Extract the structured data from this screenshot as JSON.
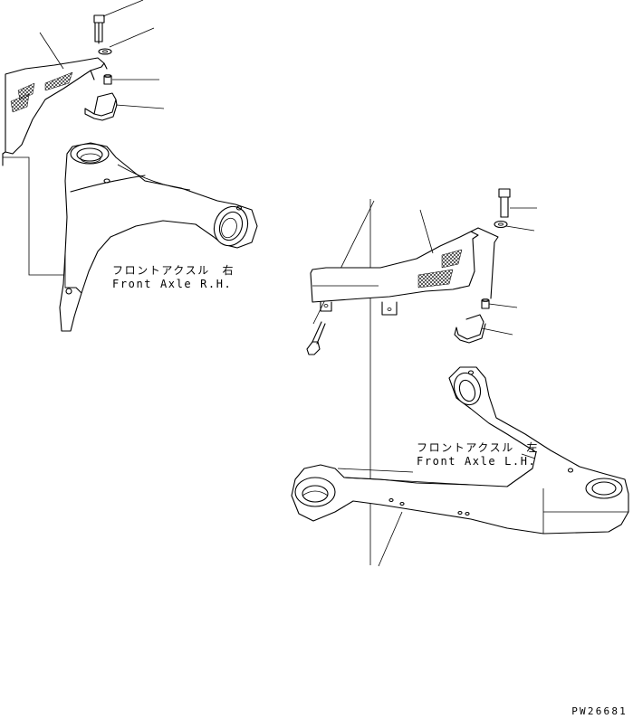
{
  "labels": {
    "right": {
      "jp": "フロントアクスル　右",
      "en": "Front Axle R.H."
    },
    "left": {
      "jp": "フロントアクスル　左",
      "en": "Front Axle L.H."
    }
  },
  "drawing_code": "PW26681"
}
